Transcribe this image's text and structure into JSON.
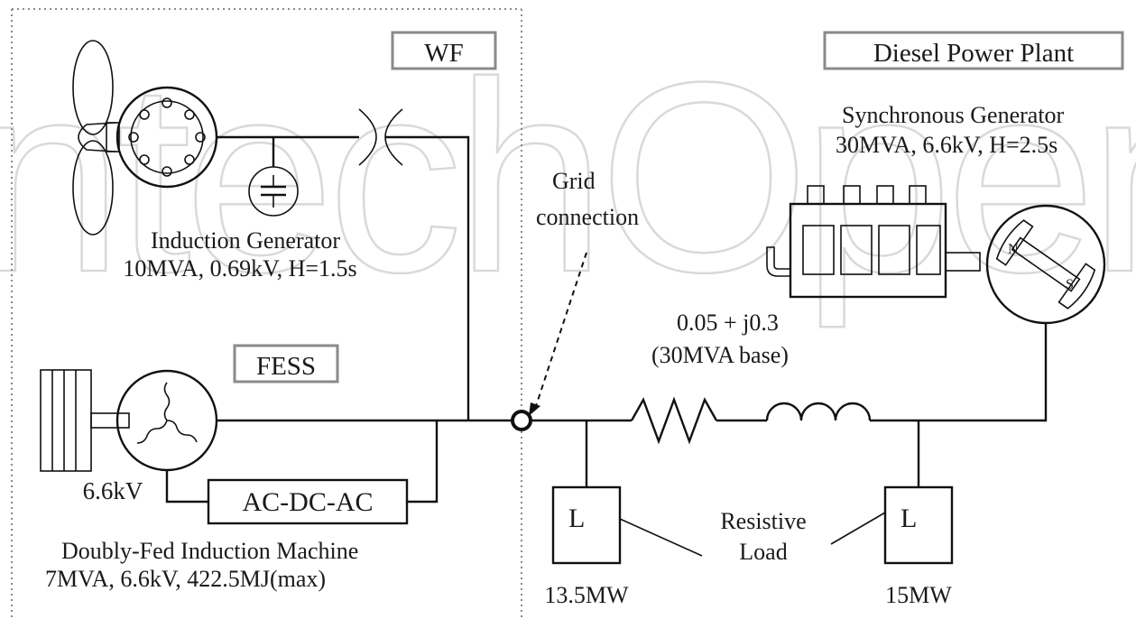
{
  "watermark": "IntechOpen",
  "sections": {
    "wf": "WF",
    "diesel": "Diesel Power Plant",
    "fess": "FESS"
  },
  "induction_generator": {
    "name": "Induction Generator",
    "rating": "10MVA, 0.69kV, H=1.5s"
  },
  "synchronous_generator": {
    "name": "Synchronous Generator",
    "rating": "30MVA, 6.6kV, H=2.5s",
    "pole_n": "N",
    "pole_s": "S"
  },
  "grid_connection": {
    "line1": "Grid",
    "line2": "connection"
  },
  "line_impedance": {
    "value": "0.05 + j0.3",
    "base": "(30MVA base)"
  },
  "dfim": {
    "voltage": "6.6kV",
    "name": "Doubly-Fed Induction Machine",
    "rating": "7MVA, 6.6kV, 422.5MJ(max)"
  },
  "converter": "AC-DC-AC",
  "loads": {
    "symbol": "L",
    "label_line1": "Resistive",
    "label_line2": "Load",
    "load1": "13.5MW",
    "load2": "15MW"
  }
}
